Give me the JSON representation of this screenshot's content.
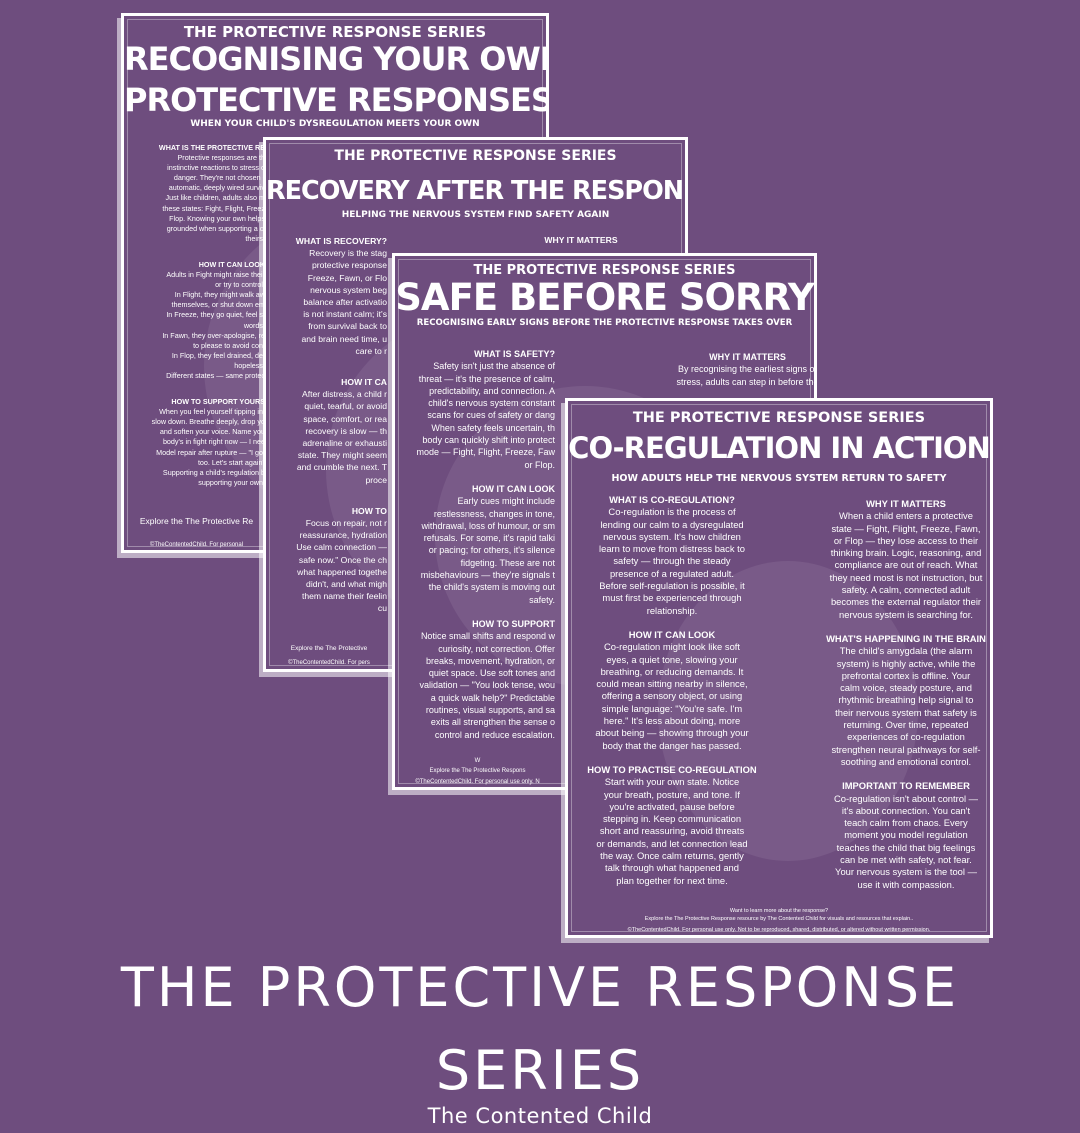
{
  "colors": {
    "background": "#6e4d7e",
    "text": "#ffffff"
  },
  "cards": [
    {
      "series": "THE PROTECTIVE RESPONSE SERIES",
      "title": [
        "RECOGNISING YOUR OWN",
        "PROTECTIVE RESPONSES"
      ],
      "subtitle": "WHEN YOUR CHILD'S DYSREGULATION MEETS YOUR OWN",
      "left": [
        {
          "heading": "WHAT IS THE PROTECTIVE RE",
          "lines": [
            "Protective responses are th",
            "instinctive reactions to stress o",
            "danger. They're not chosen -",
            "automatic, deeply wired surviv",
            "Just like children, adults also m",
            "these states: Fight, Flight, Freez",
            "Flop. Knowing your own helps",
            "grounded when supporting a cl",
            "theirs."
          ]
        },
        {
          "heading": "HOW IT CAN LOOK",
          "lines": [
            "Adults in Fight might raise their",
            "or try to control.",
            "In Flight, they might walk aw",
            "themselves, or shut down em",
            "In Freeze, they go quiet, feel st",
            "words.",
            "In Fawn, they over-apologise, re",
            "to please to avoid conf",
            "In Flop, they feel drained, det",
            "hopeless.",
            "Different states — same protec"
          ]
        },
        {
          "heading": "HOW TO SUPPORT YOURS",
          "lines": [
            "When you feel yourself tipping int",
            "slow down. Breathe deeply, drop yo",
            "and soften your voice. Name you",
            "body's in fight right now — I nee",
            "Model repair after rupture — \"I got",
            "too. Let's start again\"",
            "Supporting a child's regulation b",
            "supporting your own."
          ]
        }
      ],
      "explore": "Explore the The Protective Re",
      "copyright": "©TheContentedChild. For personal"
    },
    {
      "series": "THE PROTECTIVE RESPONSE SERIES",
      "title": [
        "RECOVERY AFTER THE RESPONSE"
      ],
      "subtitle": "HELPING THE NERVOUS SYSTEM FIND SAFETY AGAIN",
      "left": [
        {
          "heading": "WHAT IS RECOVERY?",
          "lines": [
            "Recovery is the stag",
            "protective response",
            "Freeze, Fawn, or Flo",
            "nervous system beg",
            "balance after activatio",
            "is not instant calm; it's",
            "from survival back to",
            "and brain need time, u",
            "care to r"
          ]
        },
        {
          "heading": "HOW IT CA",
          "lines": [
            "After distress, a child r",
            "quiet, tearful, or avoid",
            "space, comfort, or rea",
            "recovery is slow — th",
            "adrenaline or exhausti",
            "state. They might seem",
            "and crumble the next. T",
            "proce"
          ]
        },
        {
          "heading": "HOW TO",
          "lines": [
            "Focus on repair, not r",
            "reassurance, hydration",
            "Use calm connection —",
            "safe now.\" Once the ch",
            "what happened togethe",
            "didn't, and what migh",
            "them name their feelin",
            "cu"
          ]
        }
      ],
      "right_heading": "WHY IT MATTERS",
      "explore": "Explore the The Protective",
      "copyright": "©TheContentedChild. For pers"
    },
    {
      "series": "THE PROTECTIVE RESPONSE SERIES",
      "title": [
        "SAFE BEFORE SORRY"
      ],
      "subtitle": "RECOGNISING EARLY SIGNS BEFORE THE PROTECTIVE RESPONSE TAKES OVER",
      "left": [
        {
          "heading": "WHAT IS SAFETY?",
          "lines": [
            "Safety isn't just the absence of",
            "threat — it's the presence of calm,",
            "predictability, and connection. A",
            "child's nervous system constant",
            "scans for cues of safety or dang",
            "When safety feels uncertain, th",
            "body can quickly shift into protect",
            "mode — Fight, Flight, Freeze, Faw",
            "or Flop."
          ]
        },
        {
          "heading": "HOW IT CAN LOOK",
          "lines": [
            "Early cues might include",
            "restlessness, changes in tone,",
            "withdrawal, loss of humour, or sm",
            "refusals. For some, it's rapid talki",
            "or pacing; for others, it's silence",
            "fidgeting. These are not",
            "misbehaviours — they're signals t",
            "the child's system is moving out",
            "safety."
          ]
        },
        {
          "heading": "HOW TO SUPPORT",
          "lines": [
            "Notice small shifts and respond w",
            "curiosity, not correction. Offer",
            "breaks, movement, hydration, or",
            "quiet space. Use soft tones and",
            "validation — \"You look tense, wou",
            "a quick walk help?\" Predictable",
            "routines, visual supports, and sa",
            "exits all strengthen the sense o",
            "control and reduce escalation."
          ]
        }
      ],
      "right": [
        {
          "heading": "WHY IT MATTERS",
          "lines": [
            "By recognising the earliest signs of",
            "stress, adults can step in before the"
          ]
        }
      ],
      "want": "W",
      "explore": "Explore the The Protective Respons",
      "copyright": "©TheContentedChild. For personal use only. N"
    },
    {
      "series": "THE PROTECTIVE RESPONSE SERIES",
      "title": [
        "CO-REGULATION IN ACTION"
      ],
      "subtitle": "HOW ADULTS HELP THE NERVOUS SYSTEM RETURN TO SAFETY",
      "left": [
        {
          "heading": "WHAT IS CO-REGULATION?",
          "lines": [
            "Co-regulation is the process of",
            "lending our calm to a dysregulated",
            "nervous system. It's how children",
            "learn to move from distress back to",
            "safety — through the steady",
            "presence of a regulated adult.",
            "Before self-regulation is possible, it",
            "must first be experienced through",
            "relationship."
          ]
        },
        {
          "heading": "HOW IT CAN LOOK",
          "lines": [
            "Co-regulation might look like soft",
            "eyes, a quiet tone, slowing your",
            "breathing, or reducing demands. It",
            "could mean sitting nearby in silence,",
            "offering a sensory object, or using",
            "simple language: \"You're safe. I'm",
            "here.\" It's less about doing, more",
            "about being — showing through your",
            "body that the danger has passed."
          ]
        },
        {
          "heading": "HOW TO PRACTISE CO-REGULATION",
          "lines": [
            "Start with your own state. Notice",
            "your breath, posture, and tone. If",
            "you're activated, pause before",
            "stepping in. Keep communication",
            "short and reassuring, avoid threats",
            "or demands, and let connection lead",
            "the way. Once calm returns, gently",
            "talk through what happened and",
            "plan together for next time."
          ]
        }
      ],
      "right": [
        {
          "heading": "WHY IT MATTERS",
          "lines": [
            "When a child enters a protective",
            "state — Fight, Flight, Freeze, Fawn,",
            "or Flop — they lose access to their",
            "thinking brain. Logic, reasoning, and",
            "compliance are out of reach. What",
            "they need most is not instruction, but",
            "safety. A calm, connected adult",
            "becomes the external regulator their",
            "nervous system is searching for."
          ]
        },
        {
          "heading": "WHAT'S HAPPENING IN THE BRAIN",
          "lines": [
            "The child's amygdala (the alarm",
            "system) is highly active, while the",
            "prefrontal cortex is offline. Your",
            "calm voice, steady posture, and",
            "rhythmic breathing help signal to",
            "their nervous system that safety is",
            "returning. Over time, repeated",
            "experiences of co-regulation",
            "strengthen neural pathways for self-",
            "soothing and emotional control."
          ]
        },
        {
          "heading": "IMPORTANT TO REMEMBER",
          "lines": [
            "Co-regulation isn't about control —",
            "it's about connection. You can't",
            "teach calm from chaos. Every",
            "moment you model regulation",
            "teaches the child that big feelings",
            "can be met with safety, not fear.",
            "Your nervous system is the tool —",
            "use it with compassion."
          ]
        }
      ],
      "want": "Want to learn more about the response?",
      "explore": "Explore the The Protective Response resource by The Contented Child for visuals  and resources that explain..",
      "copyright": "©TheContentedChild. For personal use only. Not to be reproduced, shared, distributed, or altered without written permission."
    }
  ],
  "banner": {
    "title_line1": "THE PROTECTIVE RESPONSE",
    "title_line2": "SERIES",
    "subtitle": "The Contented Child"
  }
}
